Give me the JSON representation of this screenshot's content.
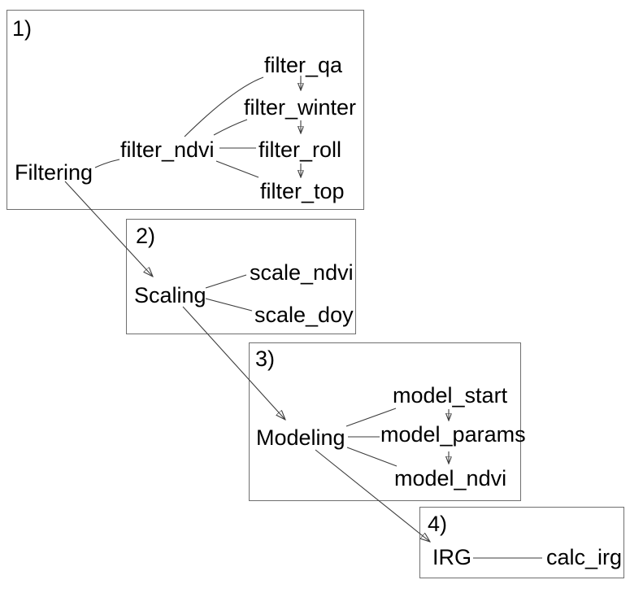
{
  "diagram": {
    "colors": {
      "background": "#ffffff",
      "text": "#000000",
      "line": "#3c3c3c",
      "box_border": "#6f6f6f"
    },
    "sections": {
      "filtering": {
        "number": "1)",
        "label": "Filtering",
        "hub": "filter_ndvi",
        "steps": [
          "filter_qa",
          "filter_winter",
          "filter_roll",
          "filter_top"
        ]
      },
      "scaling": {
        "number": "2)",
        "label": "Scaling",
        "steps": [
          "scale_ndvi",
          "scale_doy"
        ]
      },
      "modeling": {
        "number": "3)",
        "label": "Modeling",
        "steps": [
          "model_start",
          "model_params",
          "model_ndvi"
        ]
      },
      "irg": {
        "number": "4)",
        "label": "IRG",
        "steps": [
          "calc_irg"
        ]
      }
    },
    "edges": [
      {
        "from": "Filtering",
        "to": "filter_ndvi",
        "type": "line"
      },
      {
        "from": "filter_ndvi",
        "to": "filter_qa",
        "type": "line"
      },
      {
        "from": "filter_ndvi",
        "to": "filter_winter",
        "type": "line"
      },
      {
        "from": "filter_ndvi",
        "to": "filter_roll",
        "type": "line"
      },
      {
        "from": "filter_ndvi",
        "to": "filter_top",
        "type": "line"
      },
      {
        "from": "filter_qa",
        "to": "filter_winter",
        "type": "arrow"
      },
      {
        "from": "filter_winter",
        "to": "filter_roll",
        "type": "arrow"
      },
      {
        "from": "filter_roll",
        "to": "filter_top",
        "type": "arrow"
      },
      {
        "from": "Filtering",
        "to": "Scaling",
        "type": "arrow"
      },
      {
        "from": "Scaling",
        "to": "scale_ndvi",
        "type": "line"
      },
      {
        "from": "Scaling",
        "to": "scale_doy",
        "type": "line"
      },
      {
        "from": "Scaling",
        "to": "Modeling",
        "type": "arrow"
      },
      {
        "from": "Modeling",
        "to": "model_start",
        "type": "line"
      },
      {
        "from": "Modeling",
        "to": "model_params",
        "type": "line"
      },
      {
        "from": "Modeling",
        "to": "model_ndvi",
        "type": "line"
      },
      {
        "from": "model_start",
        "to": "model_params",
        "type": "arrow"
      },
      {
        "from": "model_params",
        "to": "model_ndvi",
        "type": "arrow"
      },
      {
        "from": "Modeling",
        "to": "IRG",
        "type": "arrow"
      },
      {
        "from": "IRG",
        "to": "calc_irg",
        "type": "line"
      }
    ]
  }
}
